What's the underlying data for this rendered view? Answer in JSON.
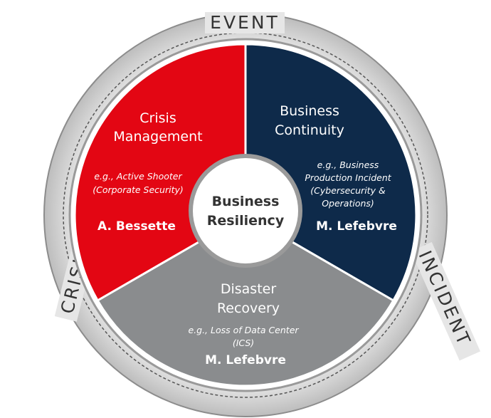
{
  "ring": {
    "event_label": "EVENT",
    "crisis_label": "CRISIS",
    "incident_label": "INCIDENT"
  },
  "center": {
    "line1": "Business",
    "line2": "Resiliency"
  },
  "segments": {
    "crisis_management": {
      "title_line1": "Crisis",
      "title_line2": "Management",
      "example_line1_prefix": "e.g., ",
      "example_line1_rest": "Active Shooter",
      "example_line2": "(Corporate Security)",
      "owner": "A. Bessette",
      "color": "#e30613"
    },
    "business_continuity": {
      "title_line1": "Business",
      "title_line2": "Continuity",
      "example_line1_prefix": "e.g., ",
      "example_line1_rest": "Business",
      "example_line2": "Production Incident",
      "example_line3": "(Cybersecurity &",
      "example_line4": "Operations)",
      "owner": "M. Lefebvre",
      "color": "#0e2a4a"
    },
    "disaster_recovery": {
      "title_line1": "Disaster",
      "title_line2": "Recovery",
      "example_line1_prefix": "e.g., ",
      "example_line1_rest": "Loss of Data Center",
      "example_line2": "(ICS)",
      "owner": "M. Lefebvre",
      "color": "#8a8c8e"
    }
  },
  "colors": {
    "outer_ring": "#dcdcdc",
    "ring_border": "#8c8c8c",
    "dashed_line": "#555555",
    "center_fill": "#ffffff",
    "center_border": "#9a9a9a"
  }
}
